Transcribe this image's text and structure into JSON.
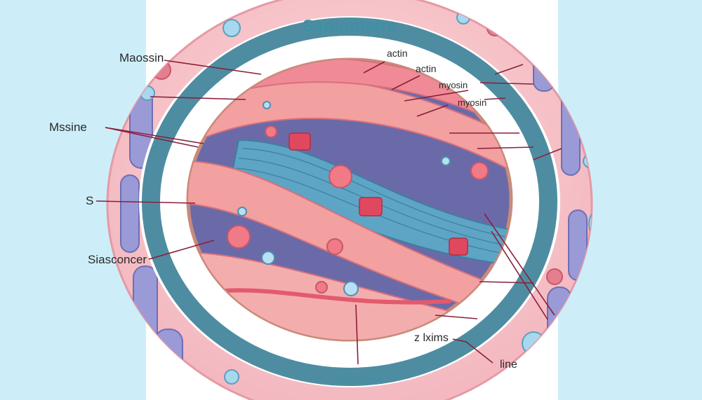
{
  "title": "Sarcomerre",
  "bottom_label": "Sarcomer",
  "labels": {
    "maossin": "Maossin",
    "mssine": "Mssine",
    "s": "S",
    "siasconcer": "Siasconcer",
    "actin_1": "actin",
    "actin_2": "actin",
    "myosin_1": "myosin",
    "myosin_2": "myosin",
    "z_lxims": "z lxims",
    "line": "line"
  },
  "colors": {
    "side_panel": "#cdeef9",
    "ring": "#4e8da1",
    "muscle_fiber": "#f2a0a0",
    "cytoplasm": "#6b6aa8",
    "myofibril_blue": "#5ea4c4",
    "leader_line": "#8a1f3a"
  }
}
